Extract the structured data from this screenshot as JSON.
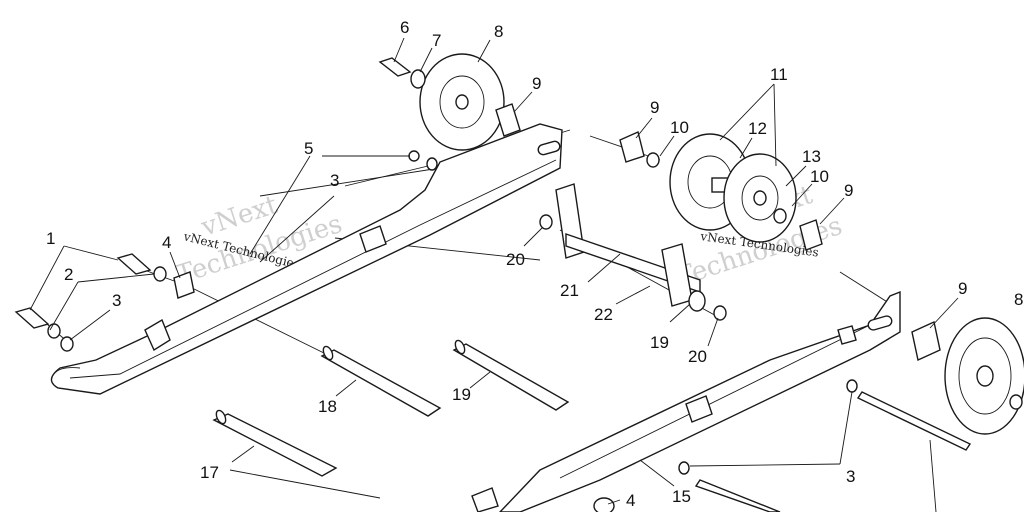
{
  "diagram": {
    "callouts": [
      {
        "id": "c6a",
        "text": "6"
      },
      {
        "id": "c7",
        "text": "7"
      },
      {
        "id": "c8a",
        "text": "8"
      },
      {
        "id": "c9a",
        "text": "9"
      },
      {
        "id": "c9b",
        "text": "9"
      },
      {
        "id": "c10a",
        "text": "10"
      },
      {
        "id": "c11",
        "text": "11"
      },
      {
        "id": "c12",
        "text": "12"
      },
      {
        "id": "c13",
        "text": "13"
      },
      {
        "id": "c10b",
        "text": "10"
      },
      {
        "id": "c9c",
        "text": "9"
      },
      {
        "id": "c5",
        "text": "5"
      },
      {
        "id": "c3a",
        "text": "3"
      },
      {
        "id": "c1",
        "text": "1"
      },
      {
        "id": "c4a",
        "text": "4"
      },
      {
        "id": "c2",
        "text": "2"
      },
      {
        "id": "c3b",
        "text": "3"
      },
      {
        "id": "c20a",
        "text": "20"
      },
      {
        "id": "c21",
        "text": "21"
      },
      {
        "id": "c22",
        "text": "22"
      },
      {
        "id": "c19a",
        "text": "19"
      },
      {
        "id": "c20b",
        "text": "20"
      },
      {
        "id": "c9d",
        "text": "9"
      },
      {
        "id": "c8b",
        "text": "8"
      },
      {
        "id": "c18",
        "text": "18"
      },
      {
        "id": "c19b",
        "text": "19"
      },
      {
        "id": "c17",
        "text": "17"
      },
      {
        "id": "c3c",
        "text": "3"
      },
      {
        "id": "c4b",
        "text": "4"
      },
      {
        "id": "c15",
        "text": "15"
      }
    ],
    "watermarks": {
      "left_large_line1": "vNext",
      "left_large_line2": "Technologies",
      "left_small": "vNext Technologies",
      "right_large_line1": "vNext",
      "right_large_line2": "Technologies",
      "right_small": "vNext Technologies"
    }
  }
}
